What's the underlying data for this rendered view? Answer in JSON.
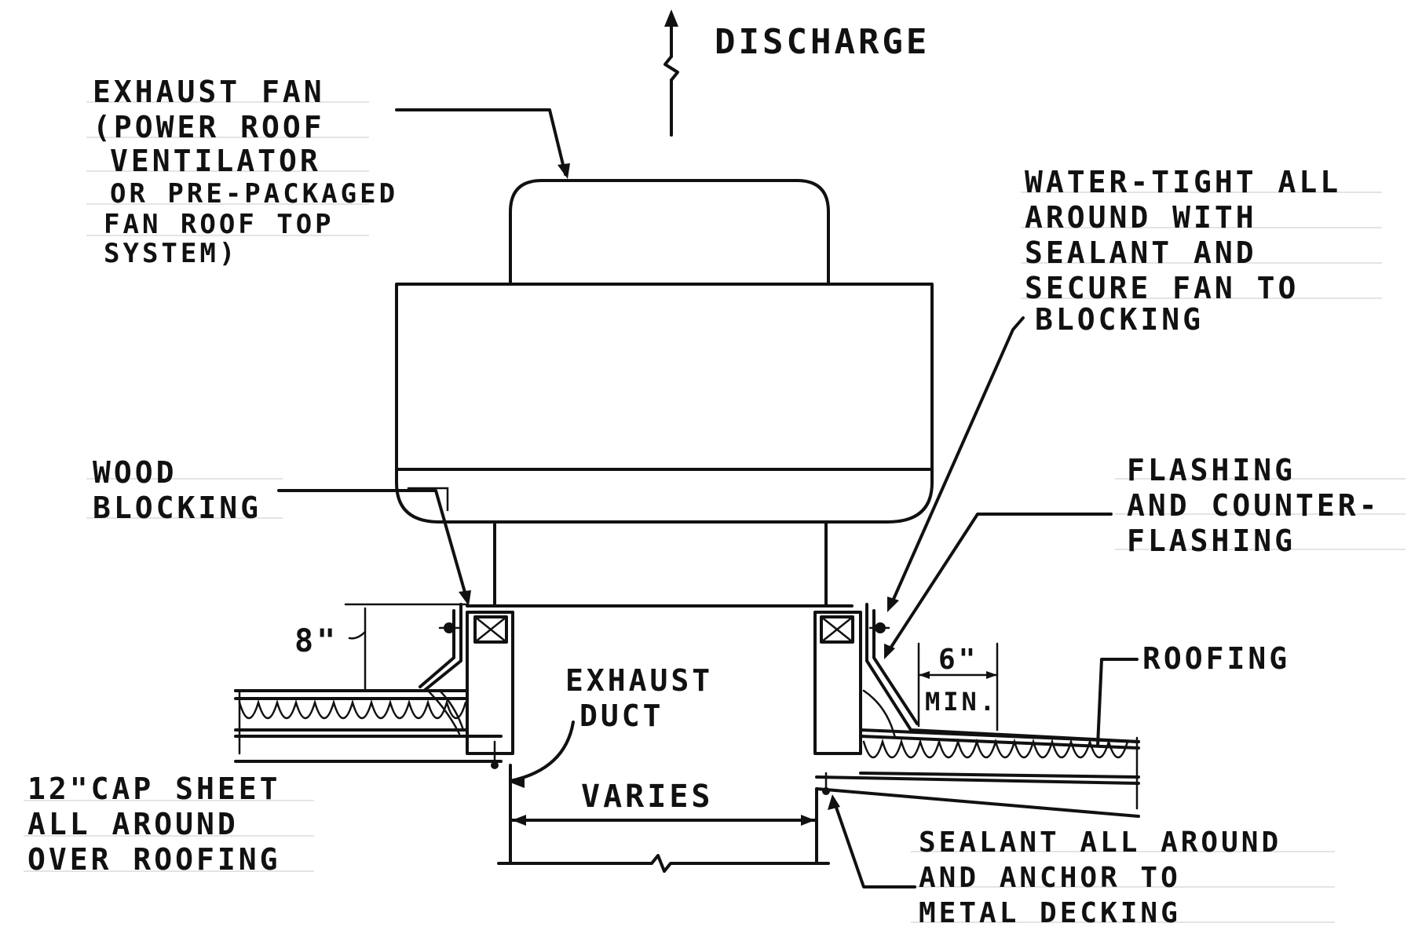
{
  "labels": {
    "discharge": "DISCHARGE",
    "exhaust_fan": [
      "EXHAUST FAN",
      "(POWER ROOF",
      "VENTILATOR",
      "OR PRE-PACKAGED",
      "FAN ROOF TOP",
      "SYSTEM)"
    ],
    "water_tight": [
      "WATER-TIGHT ALL",
      "AROUND WITH",
      "SEALANT AND",
      "SECURE FAN TO",
      "BLOCKING"
    ],
    "wood_blocking": [
      "WOOD",
      "BLOCKING"
    ],
    "flashing": [
      "FLASHING",
      "AND COUNTER-",
      "FLASHING"
    ],
    "dim_8": "8\"",
    "exhaust_duct": [
      "EXHAUST",
      "DUCT"
    ],
    "dim_6": "6\"",
    "dim_min": "MIN.",
    "roofing": "ROOFING",
    "cap_sheet": [
      "12\"CAP SHEET",
      "ALL AROUND",
      "OVER ROOFING"
    ],
    "varies": "VARIES",
    "sealant": [
      "SEALANT ALL AROUND",
      "AND ANCHOR TO",
      "METAL DECKING"
    ]
  }
}
